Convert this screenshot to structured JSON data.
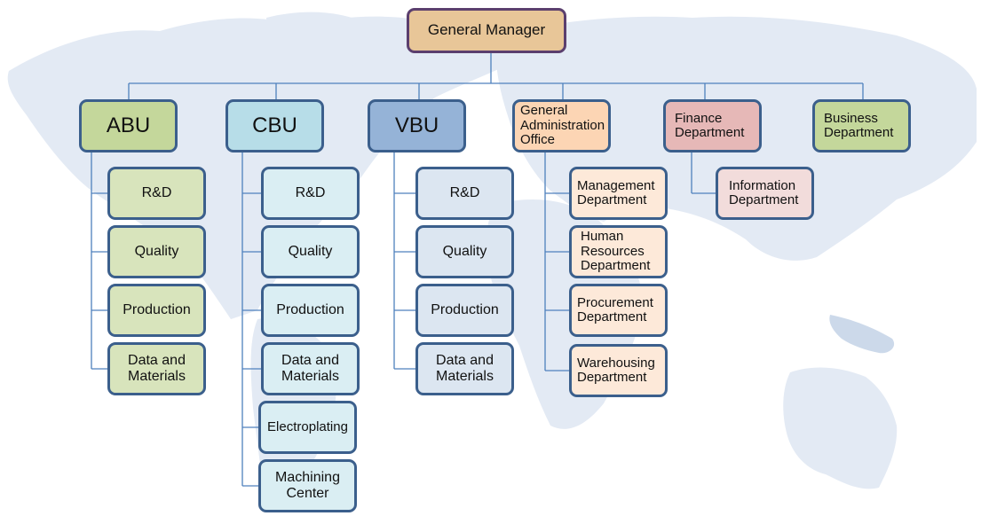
{
  "chart_title": "",
  "root": {
    "label": "General Manager"
  },
  "divisions": [
    {
      "label": "ABU",
      "children": [
        "R&D",
        "Quality",
        "Production",
        "Data and\nMaterials"
      ]
    },
    {
      "label": "CBU",
      "children": [
        "R&D",
        "Quality",
        "Production",
        "Data and\nMaterials",
        "Electroplating",
        "Machining\nCenter"
      ]
    },
    {
      "label": "VBU",
      "children": [
        "R&D",
        "Quality",
        "Production",
        "Data and\nMaterials"
      ]
    },
    {
      "label": "General\nAdministration\nOffice",
      "children": [
        "Management\nDepartment",
        "Human\nResources\nDepartment",
        "Procurement\nDepartment",
        "Warehousing\nDepartment"
      ]
    },
    {
      "label": "Finance\nDepartment",
      "children": [
        "Information\nDepartment"
      ]
    },
    {
      "label": "Business\nDepartment",
      "children": []
    }
  ],
  "colors": {
    "border": "#3b5f8c",
    "connector": "#4f81bd",
    "map": "#dfe7f2"
  }
}
